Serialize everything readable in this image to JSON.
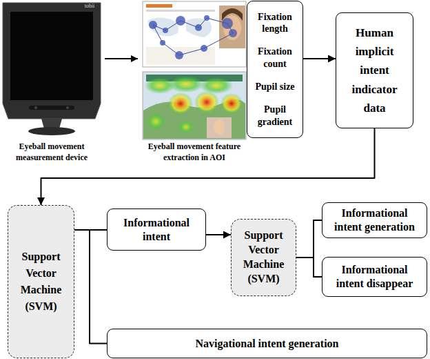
{
  "diagram": {
    "nodes": [
      {
        "text": [
          "Fixation length",
          "Fixation count",
          "Pupil size",
          "Pupil gradient"
        ]
      },
      {
        "text": [
          "Human implicit intent indicator data"
        ]
      },
      {
        "text": [
          "Support Vector Machine (SVM)"
        ]
      },
      {
        "text": [
          "Informational intent"
        ]
      },
      {
        "text": [
          "Support Vector Machine (SVM)"
        ]
      },
      {
        "text": [
          "Informational intent generation"
        ]
      },
      {
        "text": [
          "Informational intent disappear"
        ]
      },
      {
        "text": [
          "Navigational intent generation"
        ]
      }
    ],
    "edges": [
      {
        "from": 0,
        "to": 1,
        "arrow": "to"
      },
      {
        "from": 1,
        "to": 2,
        "arrow": "to"
      },
      {
        "from": 2,
        "to": 3,
        "arrow": "none"
      },
      {
        "from": 2,
        "to": 7,
        "arrow": "none"
      },
      {
        "from": 3,
        "to": 4,
        "arrow": "to"
      },
      {
        "from": 4,
        "to": 5,
        "arrow": "none"
      },
      {
        "from": 4,
        "to": 6,
        "arrow": "none"
      }
    ],
    "labels": [
      "tobii",
      "Eyeball movement measurement device",
      "Eyeball movement feature extraction in AOI"
    ]
  }
}
